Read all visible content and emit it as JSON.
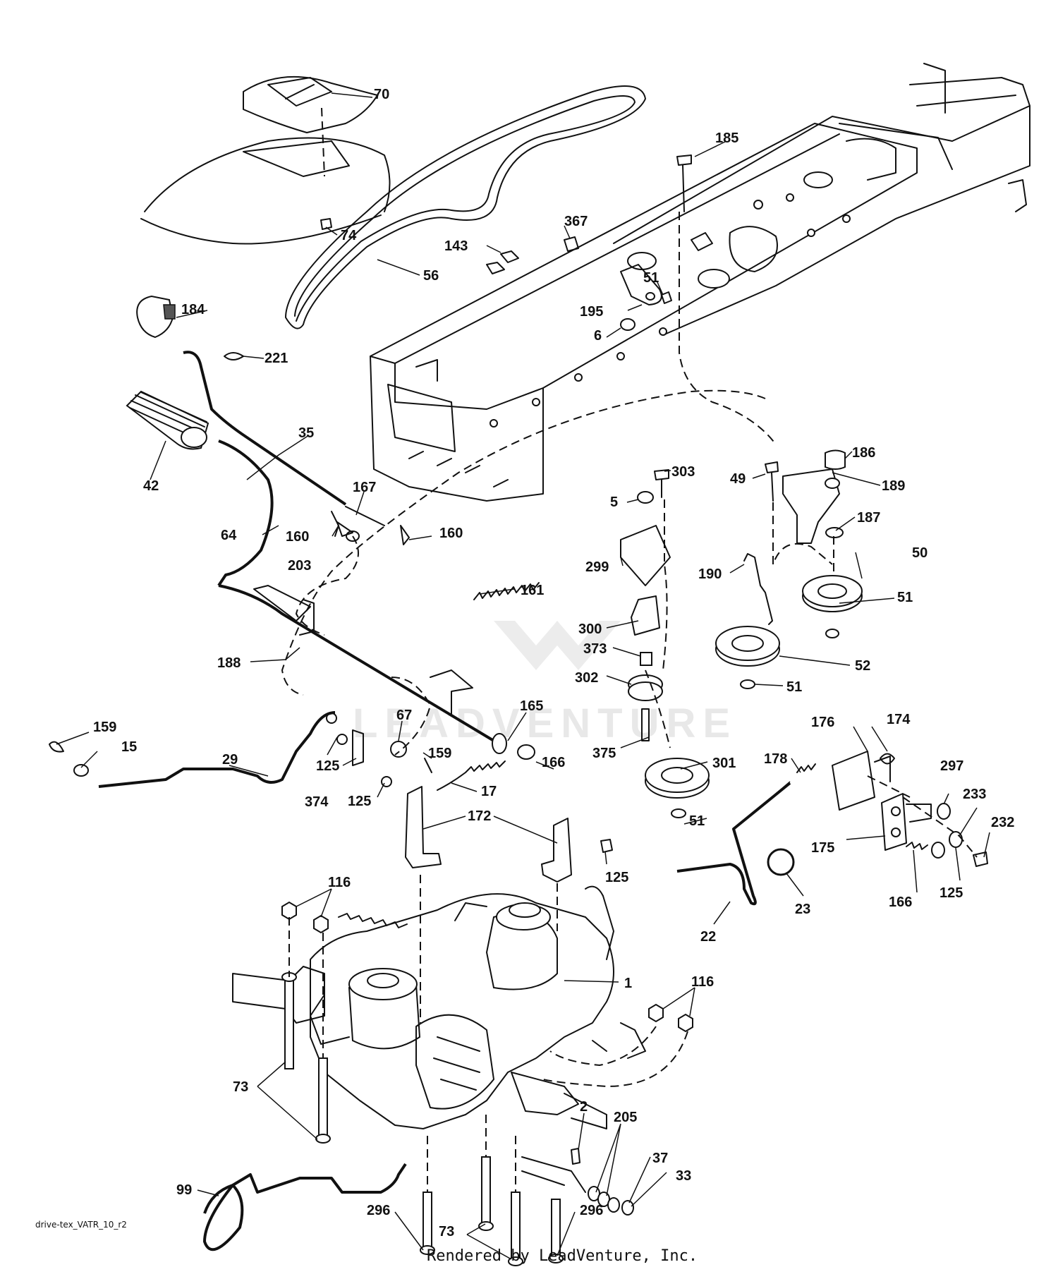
{
  "diagram": {
    "footer_code": "drive-tex_VATR_10_r2",
    "rendered_by": "Rendered by LeadVenture, Inc.",
    "watermark": "LEADVENTURE",
    "callouts": [
      {
        "num": "70"
      },
      {
        "num": "185"
      },
      {
        "num": "74"
      },
      {
        "num": "367"
      },
      {
        "num": "143"
      },
      {
        "num": "56"
      },
      {
        "num": "51"
      },
      {
        "num": "195"
      },
      {
        "num": "184"
      },
      {
        "num": "6"
      },
      {
        "num": "221"
      },
      {
        "num": "35"
      },
      {
        "num": "42"
      },
      {
        "num": "186"
      },
      {
        "num": "303"
      },
      {
        "num": "49"
      },
      {
        "num": "189"
      },
      {
        "num": "167"
      },
      {
        "num": "5"
      },
      {
        "num": "187"
      },
      {
        "num": "64"
      },
      {
        "num": "160"
      },
      {
        "num": "160"
      },
      {
        "num": "203"
      },
      {
        "num": "299"
      },
      {
        "num": "50"
      },
      {
        "num": "190"
      },
      {
        "num": "161"
      },
      {
        "num": "51"
      },
      {
        "num": "300"
      },
      {
        "num": "373"
      },
      {
        "num": "188"
      },
      {
        "num": "52"
      },
      {
        "num": "302"
      },
      {
        "num": "51"
      },
      {
        "num": "165"
      },
      {
        "num": "176"
      },
      {
        "num": "174"
      },
      {
        "num": "159"
      },
      {
        "num": "67"
      },
      {
        "num": "15"
      },
      {
        "num": "159"
      },
      {
        "num": "375"
      },
      {
        "num": "301"
      },
      {
        "num": "178"
      },
      {
        "num": "297"
      },
      {
        "num": "29"
      },
      {
        "num": "166"
      },
      {
        "num": "125"
      },
      {
        "num": "233"
      },
      {
        "num": "17"
      },
      {
        "num": "374"
      },
      {
        "num": "125"
      },
      {
        "num": "51"
      },
      {
        "num": "232"
      },
      {
        "num": "172"
      },
      {
        "num": "175"
      },
      {
        "num": "125"
      },
      {
        "num": "166"
      },
      {
        "num": "125"
      },
      {
        "num": "23"
      },
      {
        "num": "22"
      },
      {
        "num": "116"
      },
      {
        "num": "1"
      },
      {
        "num": "116"
      },
      {
        "num": "73"
      },
      {
        "num": "2"
      },
      {
        "num": "205"
      },
      {
        "num": "37"
      },
      {
        "num": "99"
      },
      {
        "num": "33"
      },
      {
        "num": "296"
      },
      {
        "num": "73"
      },
      {
        "num": "296"
      }
    ]
  }
}
